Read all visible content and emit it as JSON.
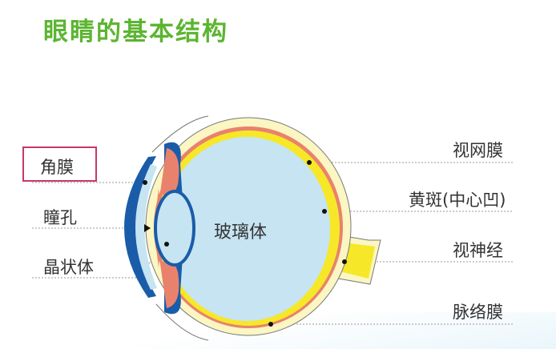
{
  "title": "眼睛的基本结构",
  "labels": {
    "cornea": "角膜",
    "pupil": "瞳孔",
    "lens": "晶状体",
    "vitreous": "玻璃体",
    "retina": "视网膜",
    "macula": "黄斑(中心凹)",
    "optic_nerve": "视神经",
    "choroid": "脉络膜"
  },
  "colors": {
    "title": "#5cb531",
    "highlight": "#c8376a",
    "vitreous": "#c6e4f2",
    "cornea": "#1a5ca8",
    "sclera": "#fbf6c2",
    "retina": "#f6e829",
    "choroid": "#e9826c"
  }
}
